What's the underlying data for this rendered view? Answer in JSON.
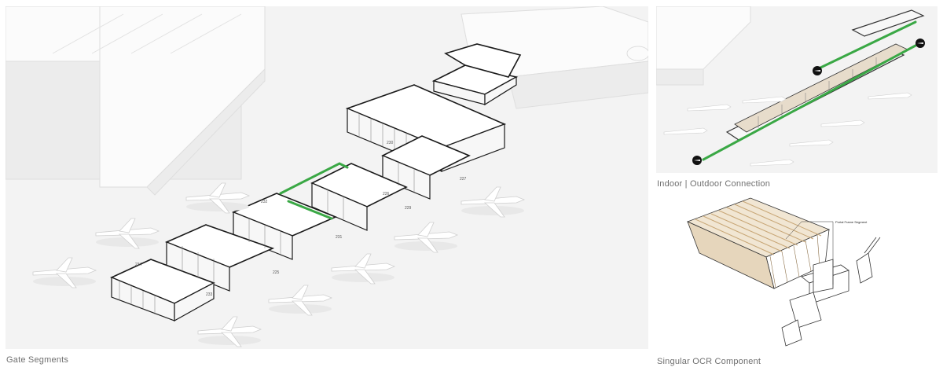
{
  "captions": {
    "gate_segments": "Gate Segments",
    "connection": "Indoor | Outdoor Connection",
    "component": "Singular OCR Component"
  },
  "gate_numbers": [
    "234",
    "233",
    "232",
    "231",
    "230",
    "229",
    "227",
    "225",
    "226"
  ],
  "component_annotation": "Portal Frame Segment",
  "colors": {
    "background": "#f3f3f3",
    "outline": "#1a1a1a",
    "green_connection": "#3aa845",
    "timber": "#c8a777",
    "caption": "#6f6f6f"
  },
  "icons": [
    "airplane-marker-icon"
  ]
}
